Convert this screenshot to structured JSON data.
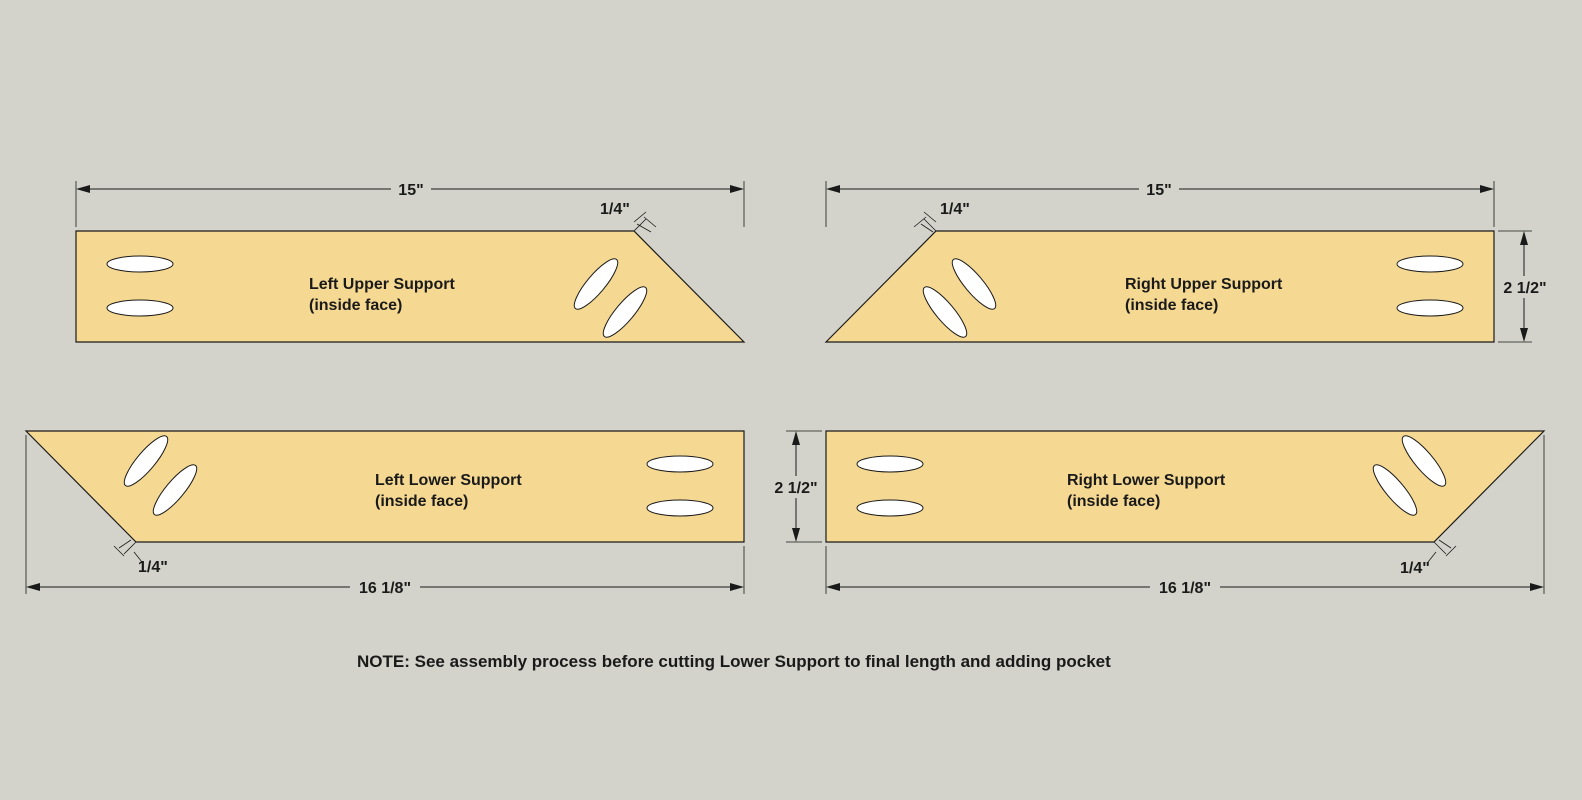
{
  "diagram": {
    "left_upper": {
      "title": "Left Upper Support",
      "subtitle": "(inside face)",
      "length": "15\"",
      "offset": "1/4\""
    },
    "right_upper": {
      "title": "Right Upper Support",
      "subtitle": "(inside face)",
      "length": "15\"",
      "offset": "1/4\"",
      "width": "2 1/2\""
    },
    "left_lower": {
      "title": "Left Lower Support",
      "subtitle": "(inside face)",
      "length": "16 1/8\"",
      "offset": "1/4\"",
      "width": "2 1/2\""
    },
    "right_lower": {
      "title": "Right Lower Support",
      "subtitle": "(inside face)",
      "length": "16 1/8\"",
      "offset": "1/4\""
    },
    "note": "NOTE: See assembly process before cutting Lower Support to final length and adding pocket"
  },
  "colors": {
    "background": "#d3d3cb",
    "board": "#f5d993",
    "line": "#1a1a1a",
    "hole": "#ffffff"
  }
}
